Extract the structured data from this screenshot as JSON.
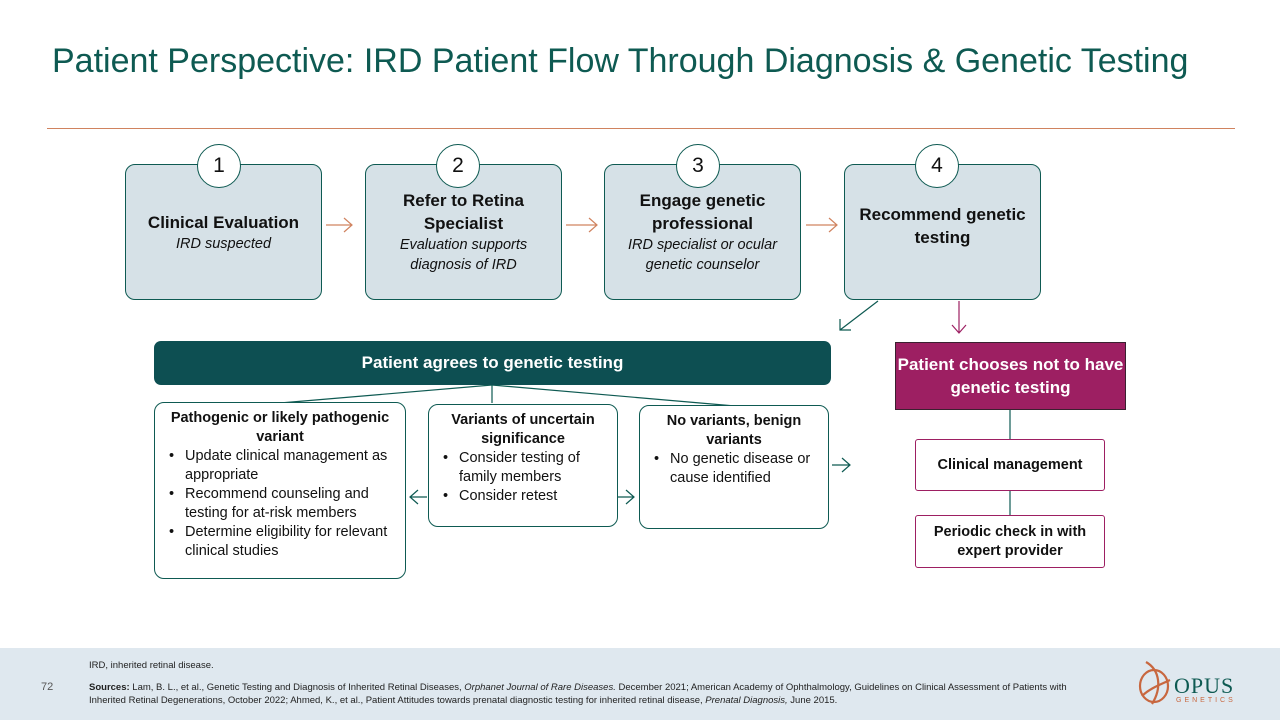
{
  "title": "Patient Perspective: IRD Patient Flow Through Diagnosis & Genetic Testing",
  "steps": [
    {
      "num": "1",
      "title": "Clinical Evaluation",
      "sub": "IRD suspected"
    },
    {
      "num": "2",
      "title": "Refer to Retina Specialist",
      "sub": "Evaluation supports diagnosis of IRD"
    },
    {
      "num": "3",
      "title": "Engage genetic professional",
      "sub": "IRD specialist or ocular genetic counselor"
    },
    {
      "num": "4",
      "title": "Recommend genetic testing",
      "sub": ""
    }
  ],
  "agree": "Patient agrees to genetic testing",
  "no_test": "Patient chooses not to have genetic testing",
  "results": [
    {
      "title": "Pathogenic or likely pathogenic variant",
      "bullets": [
        "Update clinical management as appropriate",
        "Recommend counseling and testing for at-risk members",
        "Determine eligibility for relevant clinical studies"
      ]
    },
    {
      "title": "Variants of uncertain significance",
      "bullets": [
        "Consider testing of family members",
        "Consider retest"
      ]
    },
    {
      "title": "No variants, benign variants",
      "bullets": [
        "No genetic disease or cause identified"
      ]
    }
  ],
  "management": [
    "Clinical management",
    "Periodic check in with expert provider"
  ],
  "footer": {
    "page": "72",
    "abbreviation": "IRD, inherited retinal disease.",
    "sources_label": "Sources:",
    "sources_1": " Lam, B. L., et al., Genetic Testing and Diagnosis of Inherited Retinal Diseases, ",
    "sources_1_journal": "Orphanet Journal of Rare Diseases.",
    "sources_2": " December 2021; American Academy of Ophthalmology, Guidelines on Clinical Assessment of Patients with Inherited Retinal Degenerations, October 2022; Ahmed, K., et al., Patient Attitudes towards prenatal diagnostic testing for inherited retinal disease, ",
    "sources_2_journal": "Prenatal Diagnosis,",
    "sources_3": " June 2015."
  },
  "logo": {
    "name": "OPUS",
    "sub": "GENETICS"
  },
  "colors": {
    "teal": "#0e5a52",
    "magenta": "#9d1f62",
    "orange": "#d0835f",
    "step_fill": "#d6e1e7"
  }
}
